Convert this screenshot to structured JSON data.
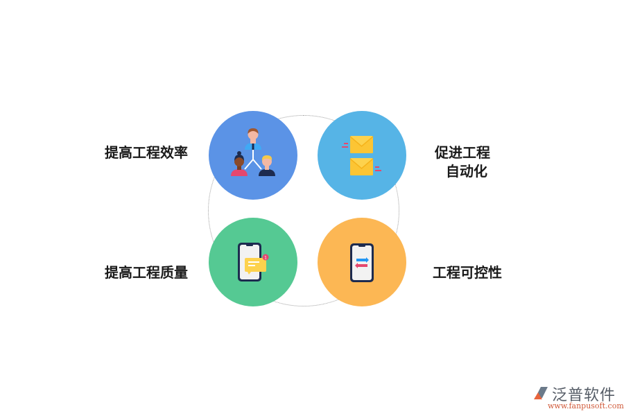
{
  "diagram": {
    "items": [
      {
        "id": "efficiency",
        "label": "提高工程效率",
        "color": "#5b93e6",
        "icon": "team-hierarchy-icon",
        "position": "top-left"
      },
      {
        "id": "automation",
        "label_line1": "促进工程",
        "label_line2": "自动化",
        "color": "#56b4e6",
        "icon": "envelopes-icon",
        "position": "top-right"
      },
      {
        "id": "quality",
        "label": "提高工程质量",
        "color": "#55c993",
        "icon": "phone-message-icon",
        "position": "bottom-left"
      },
      {
        "id": "control",
        "label": "工程可控性",
        "color": "#fcb754",
        "icon": "phone-transfer-icon",
        "position": "bottom-right"
      }
    ],
    "connector": "dotted-ring"
  },
  "logo": {
    "name": "泛普软件",
    "url": "www.fanpusoft.com"
  }
}
